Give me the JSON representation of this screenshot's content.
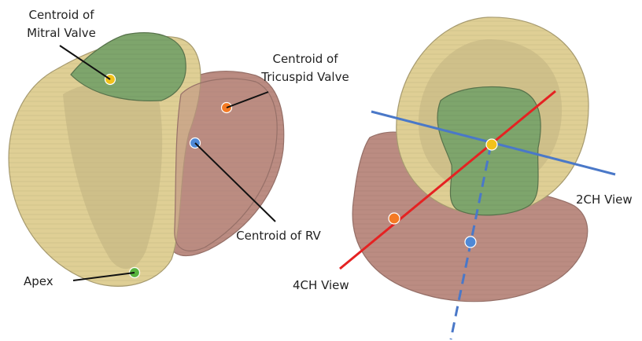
{
  "colors": {
    "lv_shell": "#dfcf95",
    "lv_cavity": "#7ea56c",
    "rv": "#bb8c82",
    "mitral_point": "#f2c21b",
    "tricuspid_point": "#f47a24",
    "rv_point": "#4f89d6",
    "apex_point": "#58b33f",
    "four_ch_line": "#e52222",
    "two_ch_line": "#4a78c8",
    "rv_axis_line": "#4a78c8"
  },
  "labels": {
    "mitral_line1": "Centroid of",
    "mitral_line2": "Mitral Valve",
    "tricuspid_line1": "Centroid of",
    "tricuspid_line2": "Tricuspid Valve",
    "centroid_rv": "Centroid of RV",
    "apex": "Apex",
    "four_ch_view": "4CH View",
    "two_ch_view": "2CH View"
  }
}
